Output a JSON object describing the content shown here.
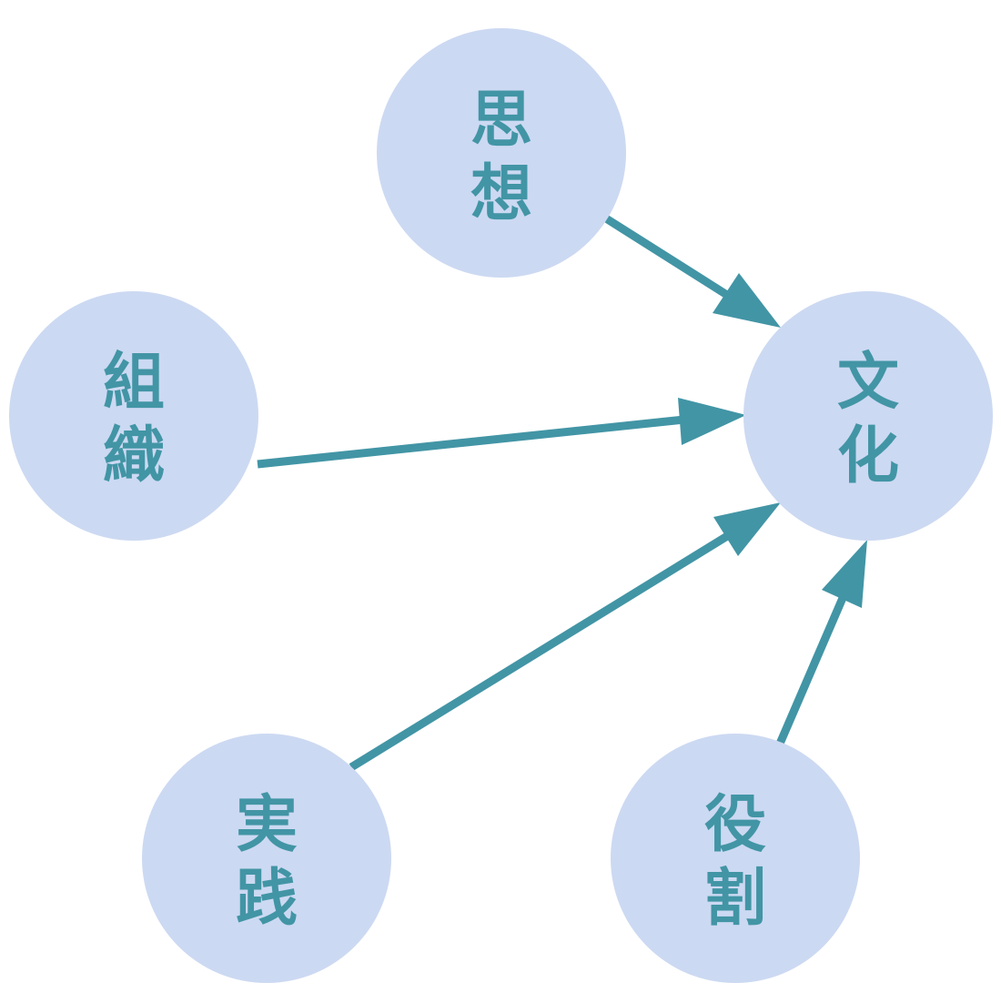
{
  "colors": {
    "node_fill": "#ccd9f2",
    "text_and_edges": "#4295a5",
    "background": "#ffffff"
  },
  "nodes": {
    "shisou": {
      "label_line1": "思",
      "label_line2": "想"
    },
    "soshiki": {
      "label_line1": "組",
      "label_line2": "織"
    },
    "bunka": {
      "label_line1": "文",
      "label_line2": "化"
    },
    "jissen": {
      "label_line1": "実",
      "label_line2": "践"
    },
    "yakuwari": {
      "label_line1": "役",
      "label_line2": "割"
    }
  },
  "edges": [
    {
      "from": "思想",
      "to": "文化"
    },
    {
      "from": "組織",
      "to": "文化"
    },
    {
      "from": "実践",
      "to": "文化"
    },
    {
      "from": "役割",
      "to": "文化"
    }
  ]
}
